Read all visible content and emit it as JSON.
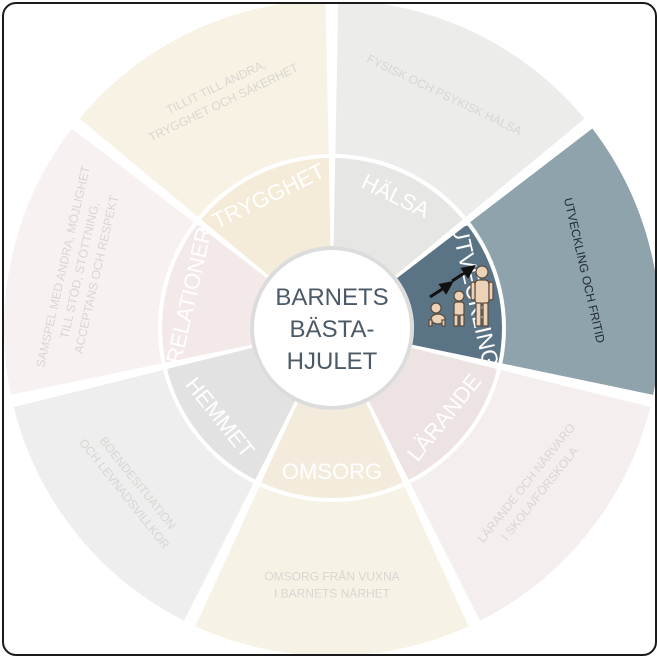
{
  "center": {
    "lines": [
      "BARNETS",
      "BÄSTA-",
      "HJULET"
    ]
  },
  "segments": [
    {
      "id": "halsa",
      "label": "HÄLSA",
      "outer_lines": [
        "FYSISK OCH PSYKISK HÄLSA"
      ],
      "highlighted": false,
      "inner_color": "#e6e6e4",
      "outer_color": "#ececea"
    },
    {
      "id": "utveckling",
      "label": "UTVECKLING",
      "outer_lines": [
        "UTVECKLING OCH FRITID"
      ],
      "highlighted": true,
      "inner_color": "#5b7485",
      "outer_color": "#8fa3ad"
    },
    {
      "id": "larande",
      "label": "LÄRANDE",
      "outer_lines": [
        "LÄRANDE OCH NÄRVARO",
        "I SKOLA/FÖRSKOLA"
      ],
      "highlighted": false,
      "inner_color": "#ede3e3",
      "outer_color": "#f5eeee"
    },
    {
      "id": "omsorg",
      "label": "OMSORG",
      "outer_lines": [
        "OMSORG FRÅN VUXNA",
        "I BARNETS NÄRHET"
      ],
      "highlighted": false,
      "inner_color": "#f3ebdc",
      "outer_color": "#f7f2e6"
    },
    {
      "id": "hemmet",
      "label": "HEMMET",
      "outer_lines": [
        "BOENDESITUATION",
        "OCH LEVNADSVILLKOR"
      ],
      "highlighted": false,
      "inner_color": "#e2e2e2",
      "outer_color": "#eeeeee"
    },
    {
      "id": "relationer",
      "label": "RELATIONER",
      "outer_lines": [
        "SAMSPEL MED ANDRA, MÖJLIGHET",
        "TILL STÖD, STÖTTNING,",
        "ACCEPTANS OCH RESPEKT"
      ],
      "highlighted": false,
      "inner_color": "#f3e9e9",
      "outer_color": "#f8f1f1"
    },
    {
      "id": "trygghet",
      "label": "TRYGGHET",
      "outer_lines": [
        "TILLIT TILL ANDRA,",
        "TRYGGHET OCH SÄKERHET"
      ],
      "highlighted": false,
      "inner_color": "#f4ecd8",
      "outer_color": "#f8f2e4"
    }
  ],
  "colors": {
    "faded_label": "#ffffff",
    "faded_outer_text": "#d9d6d1",
    "highlight_label": "#ffffff",
    "highlight_outer_text": "#1e2a33",
    "center_text": "#4b5a66",
    "center_ring": "#dcdcdc",
    "pictogram_figures": "#ecd3b8",
    "pictogram_outline": "#5a4a3a"
  },
  "icons": [
    "growth-figures-icon",
    "arrow-icon"
  ]
}
